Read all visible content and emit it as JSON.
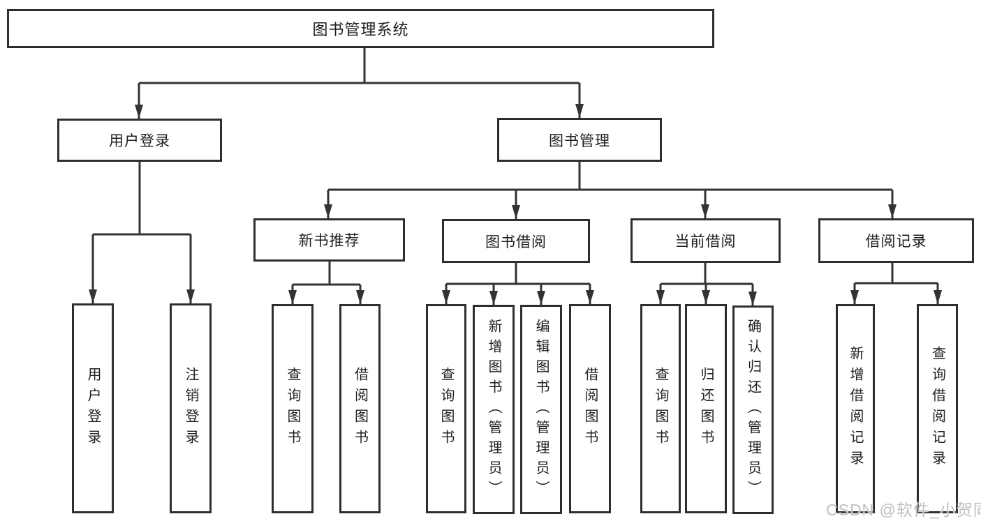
{
  "diagram_type": "hierarchy-tree",
  "colors": {
    "background": "#ffffff",
    "line": "#333333",
    "box_border": "#2e2e2e",
    "text": "#1f1f1f",
    "watermark": "#bcc0c7"
  },
  "nodes": {
    "root": "图书管理系统",
    "user_login": "用户登录",
    "book_mgmt": "图书管理",
    "login_user": "用户登录",
    "login_logout": "注销登录",
    "new_book": "新书推荐",
    "book_borrow": "图书借阅",
    "current_borrow": "当前借阅",
    "borrow_record": "借阅记录",
    "nb_query": "查询图书",
    "nb_borrow": "借阅图书",
    "bb_query": "查询图书",
    "bb_add": "新增图书（管理员）",
    "bb_edit": "编辑图书（管理员）",
    "bb_borrow": "借阅图书",
    "cb_query": "查询图书",
    "cb_return": "归还图书",
    "cb_confirm": "确认归还（管理员）",
    "br_add": "新增借阅记录",
    "br_query": "查询借阅记录"
  },
  "tree": {
    "root": "图书管理系统",
    "children": [
      {
        "label": "用户登录",
        "children": [
          "用户登录",
          "注销登录"
        ]
      },
      {
        "label": "图书管理",
        "children": [
          {
            "label": "新书推荐",
            "children": [
              "查询图书",
              "借阅图书"
            ]
          },
          {
            "label": "图书借阅",
            "children": [
              "查询图书",
              "新增图书（管理员）",
              "编辑图书（管理员）",
              "借阅图书"
            ]
          },
          {
            "label": "当前借阅",
            "children": [
              "查询图书",
              "归还图书",
              "确认归还（管理员）"
            ]
          },
          {
            "label": "借阅记录",
            "children": [
              "新增借阅记录",
              "查询借阅记录"
            ]
          }
        ]
      }
    ]
  },
  "watermark": "CSDN @软件_小贺同学"
}
